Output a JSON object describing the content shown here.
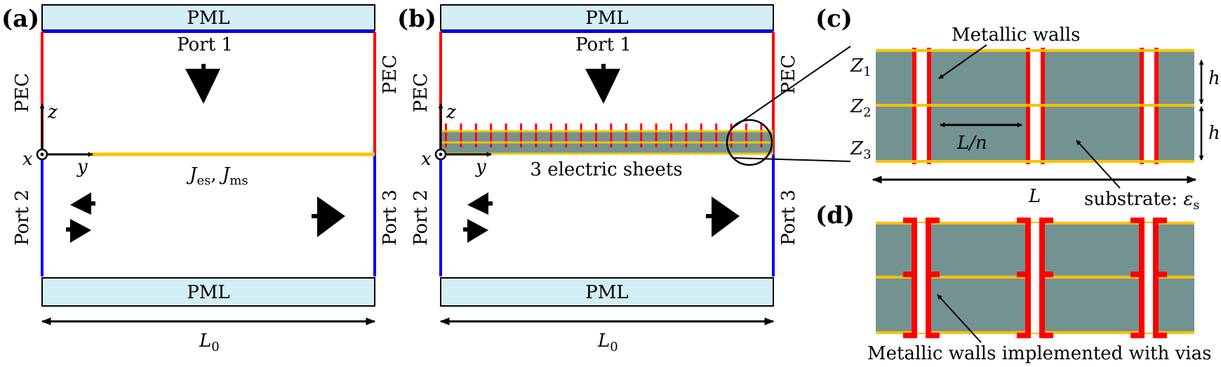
{
  "colors": {
    "pml_fill": "#d4eef6",
    "pec": "#ff0000",
    "port": "#0000ff",
    "sheet": "#ffc000",
    "substrate": "#739393",
    "arrow": "#000000"
  },
  "panel_a": {
    "label": "(a)",
    "pml_top": "PML",
    "pml_bottom": "PML",
    "port1": "Port 1",
    "port2": "Port 2",
    "port3": "Port 3",
    "pec_left": "PEC",
    "pec_right": "PEC",
    "axis_x": "x",
    "axis_y": "y",
    "axis_z": "z",
    "sheet_label": {
      "j1": "J",
      "sub1": "es",
      "sep": ", ",
      "j2": "J",
      "sub2": "ms"
    },
    "width_label": {
      "L": "L",
      "sub": "0"
    }
  },
  "panel_b": {
    "label": "(b)",
    "pml_top": "PML",
    "pml_bottom": "PML",
    "port1": "Port 1",
    "port2": "Port 2",
    "port3": "Port 3",
    "pec_left": "PEC",
    "pec_right": "PEC",
    "axis_x": "x",
    "axis_y": "y",
    "axis_z": "z",
    "sheets_label": "3 electric sheets",
    "width_label": {
      "L": "L",
      "sub": "0"
    }
  },
  "panel_c": {
    "label": "(c)",
    "walls_label": "Metallic walls",
    "z1": {
      "Z": "Z",
      "sub": "1"
    },
    "z2": {
      "Z": "Z",
      "sub": "2"
    },
    "z3": {
      "Z": "Z",
      "sub": "3"
    },
    "h1": "h",
    "h2": "h",
    "cell_label": "L/n",
    "width_label": "L",
    "substrate_label": {
      "text": "substrate: ",
      "eps": "ε",
      "sub": "s"
    }
  },
  "panel_d": {
    "label": "(d)",
    "vias_label": "Metallic walls implemented with vias"
  }
}
